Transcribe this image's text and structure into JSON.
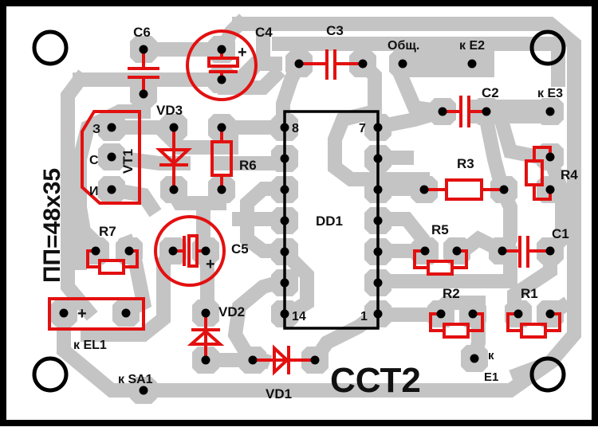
{
  "board": {
    "size_label": "ПП=48х35",
    "title": "ССТ2",
    "colors": {
      "copper": "#c4c4c4",
      "silkscreen": "#e31010",
      "outline": "#000000",
      "background": "#ffffff"
    }
  },
  "components": {
    "C1": "C1",
    "C2": "C2",
    "C3": "C3",
    "C4": "C4",
    "C5": "C5",
    "C6": "C6",
    "R1": "R1",
    "R2": "R2",
    "R3": "R3",
    "R4": "R4",
    "R5": "R5",
    "R6": "R6",
    "R7": "R7",
    "VD1": "VD1",
    "VD2": "VD2",
    "VD3": "VD3",
    "VT1": "VT1",
    "DD1": "DD1"
  },
  "transistor_pins": {
    "gate": "З",
    "drain": "С",
    "source": "И"
  },
  "ic_pins": {
    "p8": "8",
    "p7": "7",
    "p14": "14",
    "p1": "1"
  },
  "polarity": {
    "plus": "+"
  },
  "connectors": {
    "common": "Общ.",
    "e2": "к Е2",
    "e3": "к Е3",
    "e1_k": "к",
    "e1": "Е1",
    "el1": "к EL1",
    "sa1": "к SA1"
  }
}
